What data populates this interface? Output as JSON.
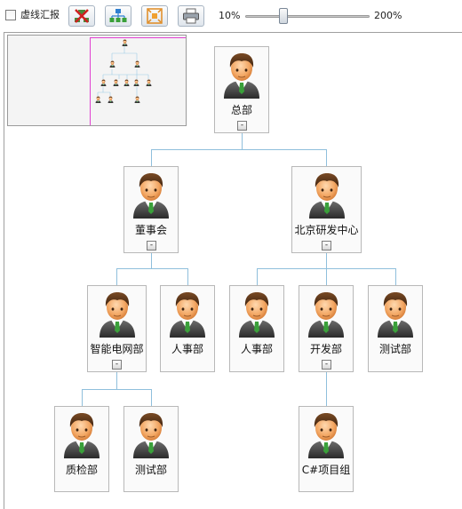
{
  "toolbar": {
    "dashed_report_label": "虚线汇报",
    "zoom_min": "10%",
    "zoom_max": "200%",
    "zoom_level": 0.31
  },
  "org": {
    "root": {
      "label": "总部",
      "collapse": "-"
    },
    "board": {
      "label": "董事会",
      "collapse": "-"
    },
    "rnd": {
      "label": "北京研发中心",
      "collapse": "-"
    },
    "grid": {
      "label": "智能电网部",
      "collapse": "-"
    },
    "hr1": {
      "label": "人事部"
    },
    "hr2": {
      "label": "人事部"
    },
    "dev": {
      "label": "开发部",
      "collapse": "-"
    },
    "test1": {
      "label": "测试部"
    },
    "qa": {
      "label": "质检部"
    },
    "test2": {
      "label": "测试部"
    },
    "csharp": {
      "label": "C#项目组"
    }
  },
  "colors": {
    "connector": "#8fbfdc",
    "minimap_viewport": "#e040d0"
  }
}
